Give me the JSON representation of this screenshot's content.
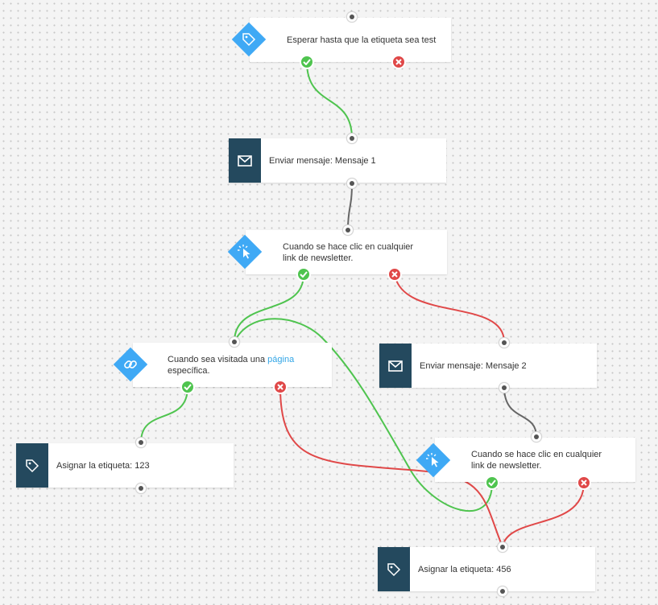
{
  "nodes": {
    "wait_tag": {
      "label": "Esperar hasta que la etiqueta sea test"
    },
    "send_msg1": {
      "label": "Enviar mensaje: Mensaje 1"
    },
    "click_link1": {
      "label": "Cuando se hace clic en cualquier link de newsletter."
    },
    "visit_page": {
      "label_before": "Cuando sea visitada una ",
      "label_link": "página",
      "label_after": " específica."
    },
    "send_msg2": {
      "label": "Enviar mensaje: Mensaje 2"
    },
    "assign_tag_123": {
      "label": "Asignar la etiqueta: 123"
    },
    "click_link2": {
      "label": "Cuando se hace clic en cualquier link de newsletter."
    },
    "assign_tag_456": {
      "label": "Asignar la etiqueta: 456"
    }
  },
  "colors": {
    "yes_branch": "#4fc44f",
    "no_branch": "#e04848",
    "neutral_connector": "#666666",
    "action_block": "#24495e",
    "condition_diamond": "#3fa9f5",
    "link_text": "#31a5e6"
  },
  "icons": {
    "tag": "tag-icon",
    "mail": "envelope-icon",
    "click": "cursor-click-icon",
    "link": "chain-link-icon",
    "yes": "check-icon",
    "no": "close-icon"
  }
}
